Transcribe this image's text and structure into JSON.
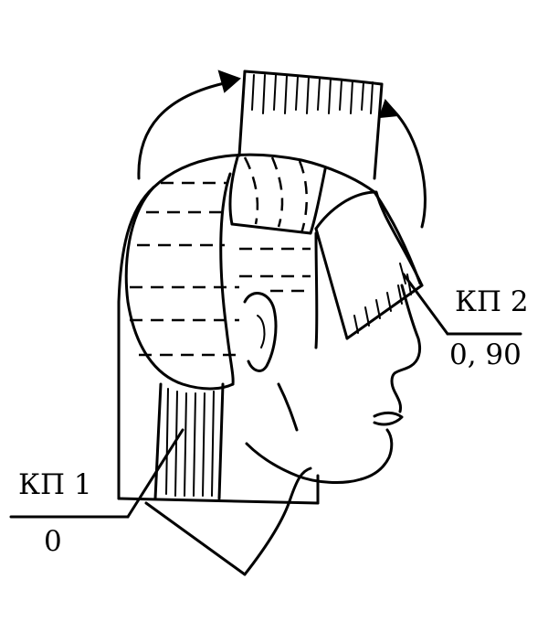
{
  "labels": {
    "cp1_title": "КП 1",
    "cp1_angle": "0",
    "cp2_title": "КП 2",
    "cp2_angle": "0, 90"
  }
}
